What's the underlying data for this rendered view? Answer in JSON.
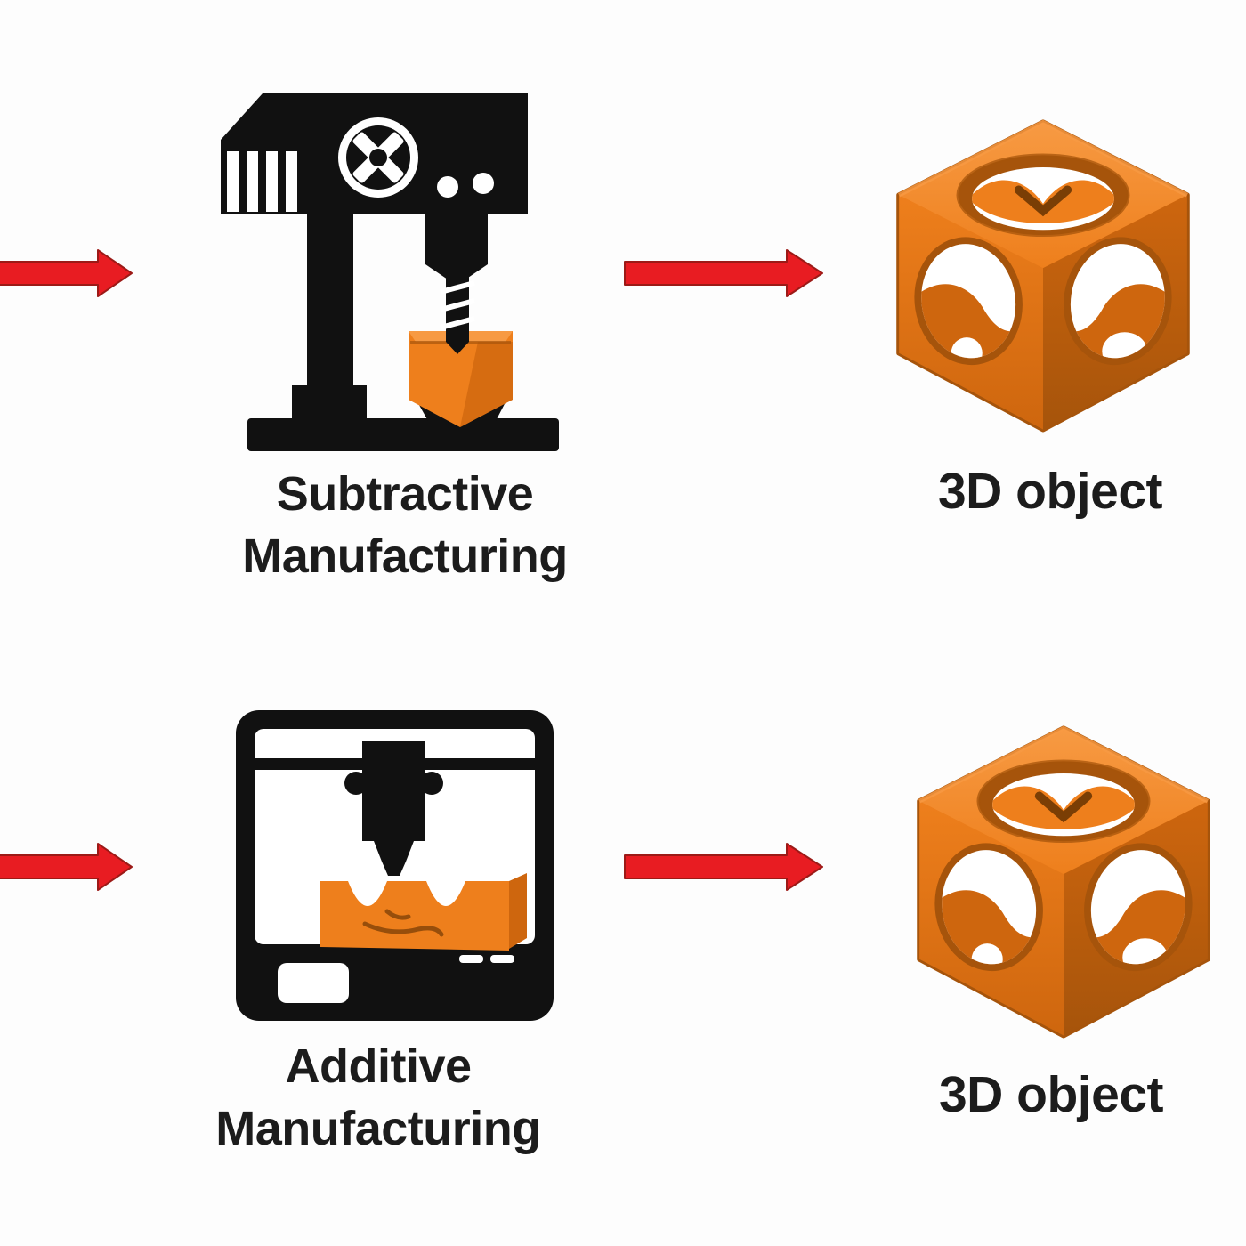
{
  "diagram_title": "",
  "rows": [
    {
      "id": "subtractive",
      "input_arrow_icon": "red-arrow-right",
      "machine": {
        "icon": "cnc-milling-machine-icon",
        "label_line1": "Subtractive",
        "label_line2": "Manufacturing"
      },
      "output_arrow_icon": "red-arrow-right",
      "result": {
        "icon": "orange-cube-with-round-holes",
        "label": "3D object"
      }
    },
    {
      "id": "additive",
      "input_arrow_icon": "red-arrow-right",
      "machine": {
        "icon": "3d-printer-icon",
        "label_line1": "Additive",
        "label_line2": "Manufacturing"
      },
      "output_arrow_icon": "red-arrow-right",
      "result": {
        "icon": "orange-cube-with-round-holes",
        "label": "3D object"
      }
    }
  ],
  "colors": {
    "background": "#fdfdfd",
    "icon_black": "#111111",
    "arrow_red": "#e81c22",
    "arrow_red_dark": "#9c1a17",
    "object_orange": "#ee7f1c",
    "object_orange_dark": "#ce660e",
    "object_orange_deep": "#a6540b",
    "object_orange_light": "#f79a43",
    "object_orange_shadow": "#7a3e05",
    "text_color": "#1c1c1c"
  }
}
